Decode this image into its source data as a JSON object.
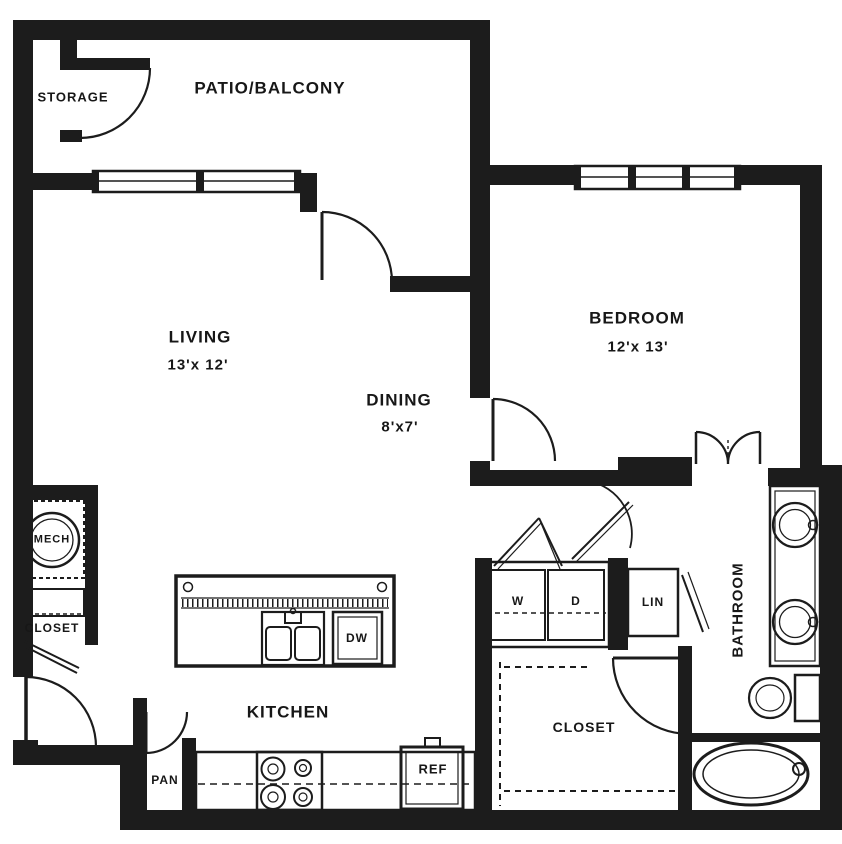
{
  "floorplan": {
    "rooms": {
      "patio": {
        "label": "PATIO/BALCONY"
      },
      "storage": {
        "label": "STORAGE"
      },
      "living": {
        "label": "LIVING",
        "dims": "13'x 12'"
      },
      "dining": {
        "label": "DINING",
        "dims": "8'x7'"
      },
      "bedroom": {
        "label": "BEDROOM",
        "dims": "12'x 13'"
      },
      "bathroom": {
        "label": "BATHROOM"
      },
      "kitchen": {
        "label": "KITCHEN"
      },
      "walk_in_closet": {
        "label": "CLOSET"
      },
      "entry_closet": {
        "label": "CLOSET"
      }
    },
    "fixtures": {
      "mech": "MECH",
      "pantry": "PAN",
      "washer": "W",
      "dryer": "D",
      "linen": "LIN",
      "dishwasher": "DW",
      "refrigerator": "REF"
    },
    "colors": {
      "wall": "#1c1c1c",
      "background": "#ffffff",
      "text": "#171717"
    }
  }
}
